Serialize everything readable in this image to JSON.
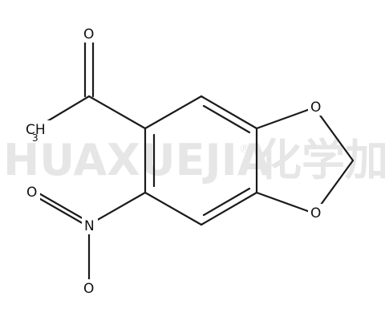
{
  "watermark": {
    "text": "HUAXUEJIA",
    "registered": "®",
    "cjk": "化学加"
  },
  "atoms": {
    "o_carbonyl": "O",
    "ch3_main": "CH",
    "ch3_sub": "3",
    "o_ring_top": "O",
    "o_ring_bottom": "O",
    "o_nitro": "O",
    "n_nitro": "N",
    "o_nitro_bottom": "O"
  }
}
